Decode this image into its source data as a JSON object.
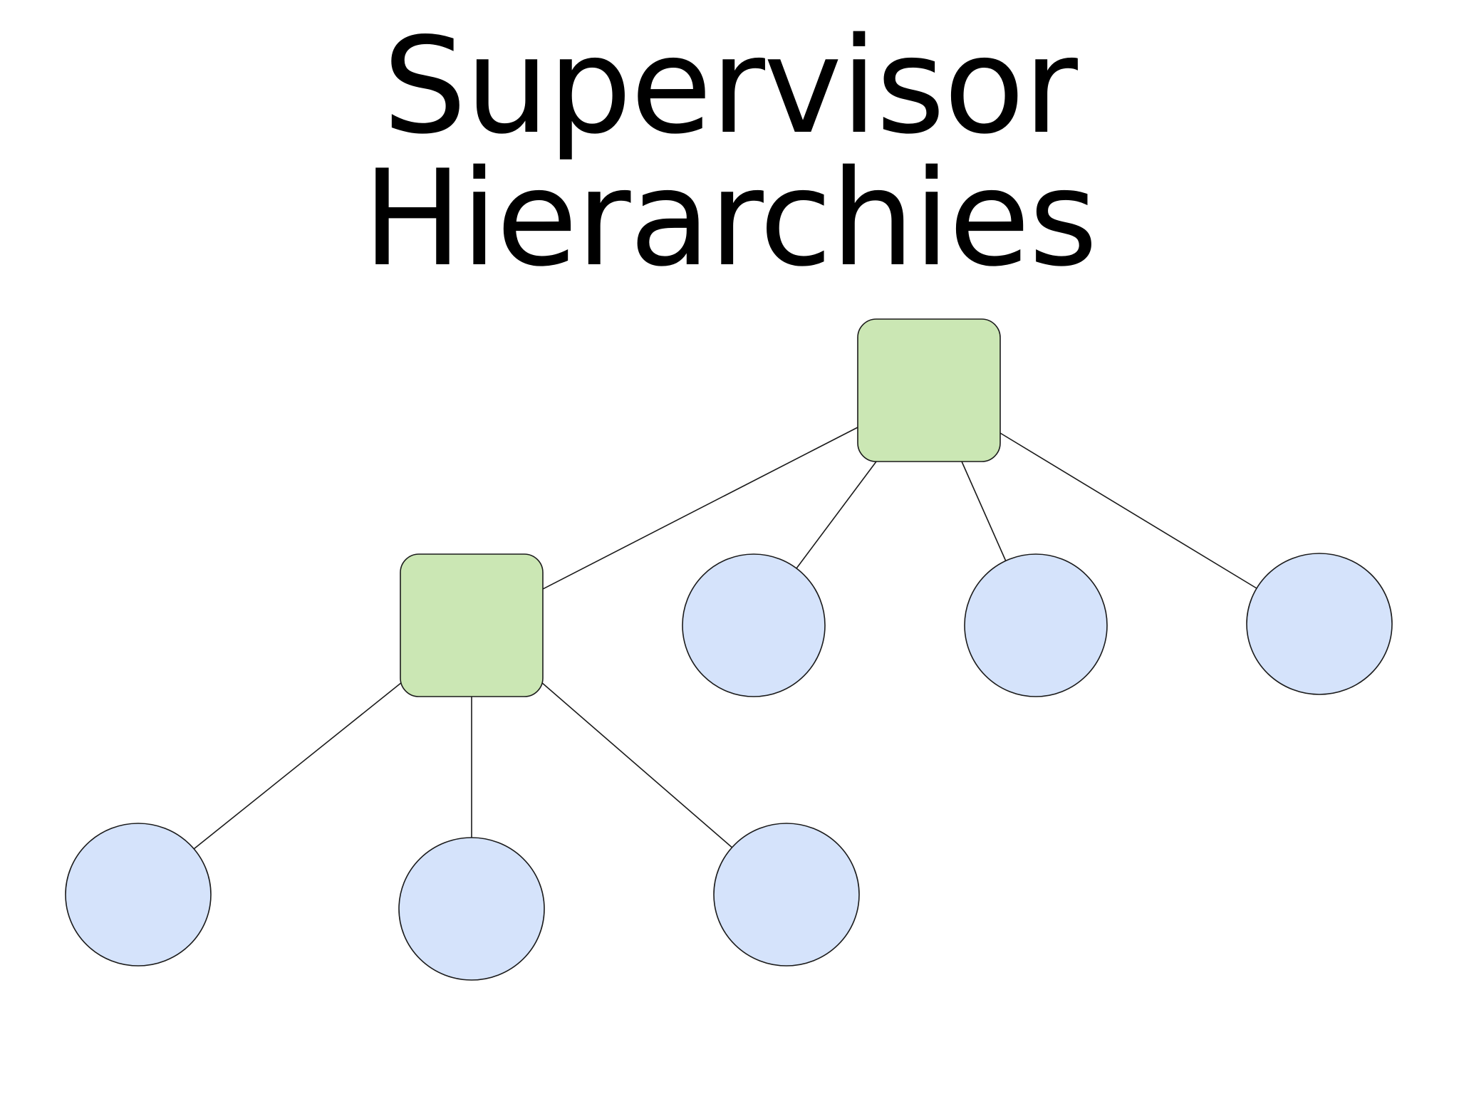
{
  "slide": {
    "title": "Supervisor Hierarchies"
  },
  "colors": {
    "supervisor_fill": "#cbe7b4",
    "worker_fill": "#d5e3fb",
    "stroke": "#1a1a1a",
    "background": "#ffffff"
  },
  "diagram": {
    "nodes": [
      {
        "id": "root-supervisor",
        "kind": "supervisor",
        "shape": "rounded-square"
      },
      {
        "id": "child-supervisor",
        "kind": "supervisor",
        "shape": "rounded-square"
      },
      {
        "id": "worker-1",
        "kind": "worker",
        "shape": "circle"
      },
      {
        "id": "worker-2",
        "kind": "worker",
        "shape": "circle"
      },
      {
        "id": "worker-3",
        "kind": "worker",
        "shape": "circle"
      },
      {
        "id": "worker-4",
        "kind": "worker",
        "shape": "circle"
      },
      {
        "id": "worker-5",
        "kind": "worker",
        "shape": "circle"
      },
      {
        "id": "worker-6",
        "kind": "worker",
        "shape": "circle"
      }
    ],
    "edges": [
      {
        "from": "root-supervisor",
        "to": "child-supervisor"
      },
      {
        "from": "root-supervisor",
        "to": "worker-1"
      },
      {
        "from": "root-supervisor",
        "to": "worker-2"
      },
      {
        "from": "root-supervisor",
        "to": "worker-3"
      },
      {
        "from": "child-supervisor",
        "to": "worker-4"
      },
      {
        "from": "child-supervisor",
        "to": "worker-5"
      },
      {
        "from": "child-supervisor",
        "to": "worker-6"
      }
    ]
  }
}
